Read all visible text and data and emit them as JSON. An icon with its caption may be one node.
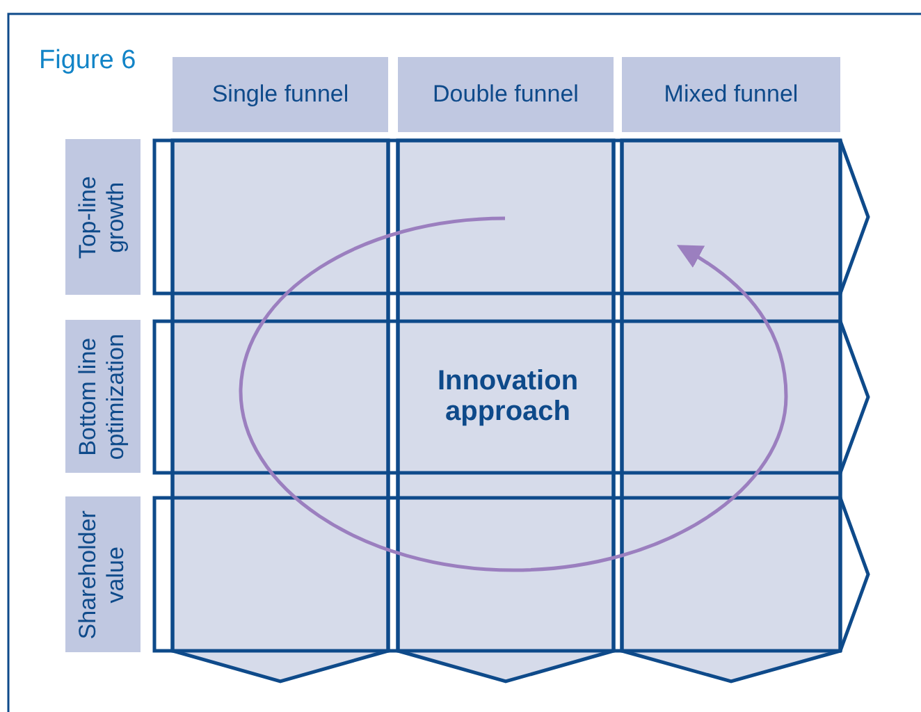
{
  "diagram": {
    "title": "Figure 6",
    "nodes": [
      {
        "text": [
          "Single funnel"
        ]
      },
      {
        "text": [
          "Double funnel"
        ]
      },
      {
        "text": [
          "Mixed funnel"
        ]
      },
      {
        "text": [
          "Top-line growth"
        ]
      },
      {
        "text": [
          "Bottom line optimization"
        ]
      },
      {
        "text": [
          "Shareholder value"
        ]
      }
    ],
    "labels": [
      "Innovation approach"
    ]
  }
}
